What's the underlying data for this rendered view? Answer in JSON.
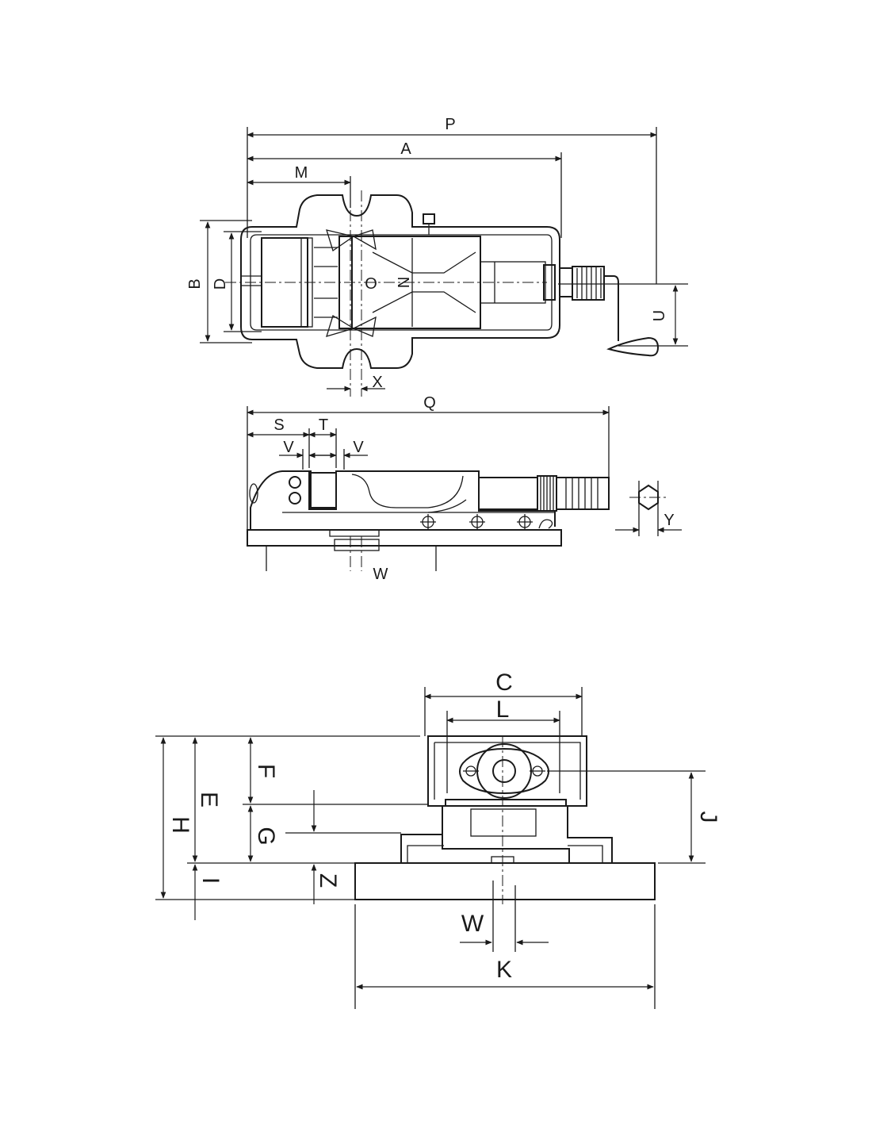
{
  "labels": {
    "top_view": {
      "P": "P",
      "A": "A",
      "M": "M",
      "B": "B",
      "D": "D",
      "O": "O",
      "N": "N",
      "U": "U",
      "X": "X"
    },
    "side_view": {
      "Q": "Q",
      "S": "S",
      "T": "T",
      "V1": "V",
      "V2": "V",
      "Y": "Y",
      "W": "W"
    },
    "end_view": {
      "C": "C",
      "L": "L",
      "F": "F",
      "E": "E",
      "H": "H",
      "G": "G",
      "I": "I",
      "Z": "Z",
      "J": "J",
      "W": "W",
      "K": "K"
    }
  }
}
